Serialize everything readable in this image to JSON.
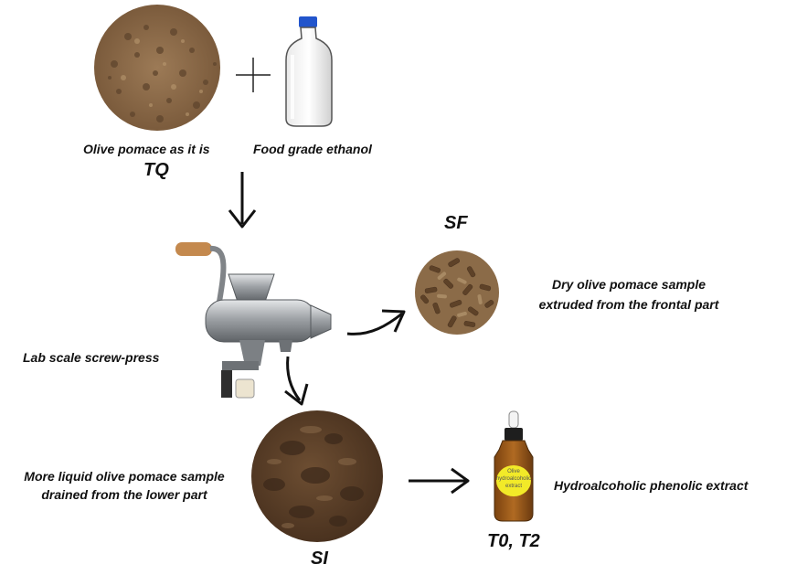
{
  "figure": {
    "tq": {
      "caption": "Olive pomace as it is",
      "code": "TQ"
    },
    "ethanol": {
      "caption": "Food grade ethanol"
    },
    "press": {
      "caption": "Lab scale screw-press"
    },
    "sf": {
      "code": "SF",
      "caption_line1": "Dry olive pomace sample",
      "caption_line2": "extruded from the frontal part"
    },
    "si": {
      "code": "SI",
      "caption_line1": "More liquid olive pomace sample",
      "caption_line2": "drained from the lower part"
    },
    "extract": {
      "caption": "Hydroalcoholic phenolic extract",
      "code": "T0, T2",
      "bottle_label_1": "Olive",
      "bottle_label_2": "hydroalcoholic",
      "bottle_label_3": "extract"
    }
  },
  "colors": {
    "pomace_dry": "#8b6a4a",
    "pomace_pellets": "#7a5a3a",
    "pomace_wet": "#5a3f28",
    "bottle_cap": "#2255cc",
    "vial_glass": "#9a5a1a",
    "vial_label": "#f2ea28",
    "press_metal": "#b9bcc0",
    "arrow": "#111111"
  }
}
